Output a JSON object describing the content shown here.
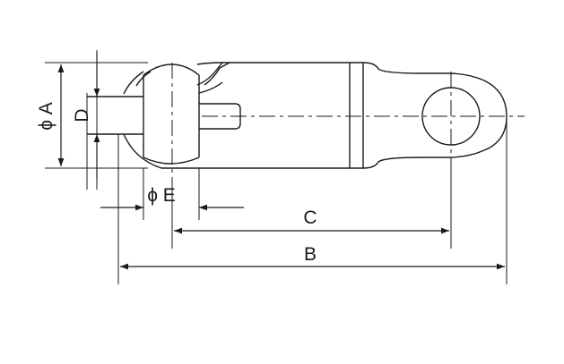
{
  "diagram": {
    "labels": {
      "dim_a": "ϕ A",
      "dim_d": "D",
      "dim_e": "ϕ E",
      "dim_c": "C",
      "dim_b": "B"
    },
    "colors": {
      "line": "#1a1a1a",
      "background": "#ffffff"
    }
  }
}
